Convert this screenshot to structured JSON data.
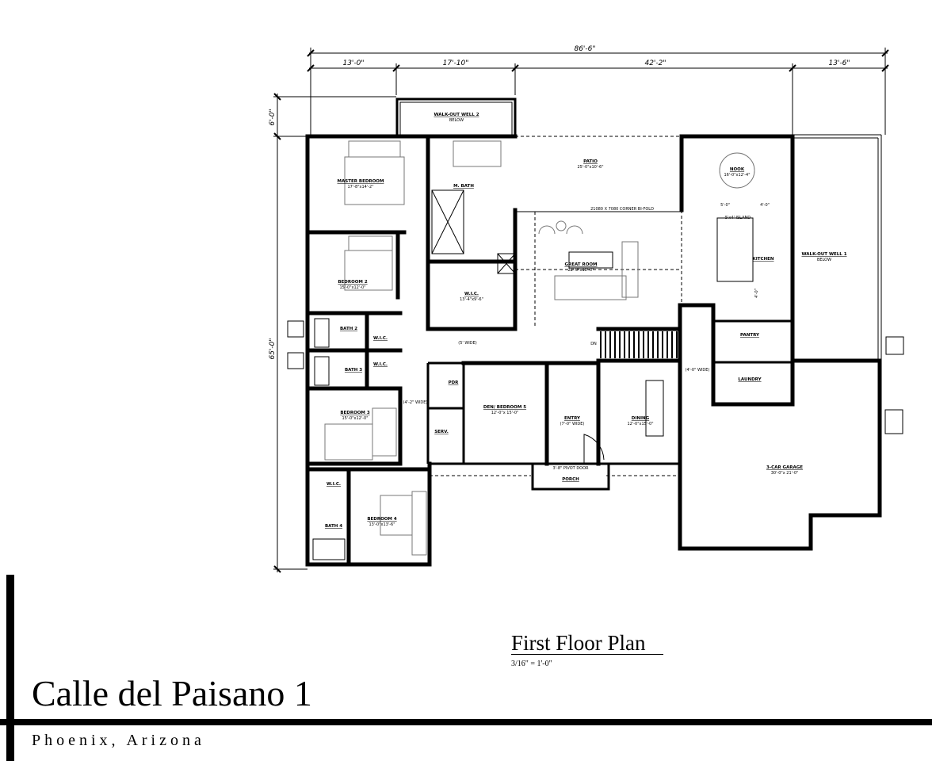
{
  "dimensions": {
    "overall_width": "86'-6\"",
    "segments": [
      "13'-0\"",
      "17'-10\"",
      "42'-2\"",
      "13'-6\""
    ],
    "left_top": "6'-0\"",
    "overall_depth": "65'-0\""
  },
  "rooms": [
    {
      "name": "WALK-OUT WELL 2",
      "size": "BELOW"
    },
    {
      "name": "MASTER BEDROOM",
      "size": "17'-8\"x14'-2\""
    },
    {
      "name": "M. BATH",
      "size": ""
    },
    {
      "name": "PATIO",
      "size": "25'-0\"x10'-6\""
    },
    {
      "name": "NOOK",
      "size": "16'-0\"x12'-4\""
    },
    {
      "name": "KITCHEN",
      "size": ""
    },
    {
      "name": "WALK-OUT WELL 1",
      "size": "BELOW"
    },
    {
      "name": "GREAT ROOM",
      "size": "22'-0\"x18'-0\""
    },
    {
      "name": "BEDROOM 2",
      "size": "15'-0\"x12'-0\""
    },
    {
      "name": "W.I.C.",
      "size": "13'-4\"x9'-6\""
    },
    {
      "name": "BATH 2",
      "size": ""
    },
    {
      "name": "W.I.C.",
      "size": ""
    },
    {
      "name": "BATH 3",
      "size": ""
    },
    {
      "name": "W.I.C.",
      "size": ""
    },
    {
      "name": "PANTRY",
      "size": ""
    },
    {
      "name": "LAUNDRY",
      "size": ""
    },
    {
      "name": "PDR",
      "size": ""
    },
    {
      "name": "BEDROOM 3",
      "size": "15'-0\"x12'-0\""
    },
    {
      "name": "DEN/ BEDROOM 5",
      "size": "12'-0\"x 15'-0\""
    },
    {
      "name": "ENTRY",
      "size": "(7'-0\" WIDE)"
    },
    {
      "name": "DINING",
      "size": "12'-0\"x15'-0\""
    },
    {
      "name": "SERV.",
      "size": ""
    },
    {
      "name": "3-CAR GARAGE",
      "size": "30'-0\"x 21'-0\""
    },
    {
      "name": "PORCH",
      "size": ""
    },
    {
      "name": "W.I.C.",
      "size": ""
    },
    {
      "name": "BATH 4",
      "size": ""
    },
    {
      "name": "BEDROOM 4",
      "size": "13'-0\"x13'-6\""
    }
  ],
  "notes": {
    "bifold": "21080 X 7080 CORNER BI-FOLD",
    "island": "5'x4' ISLAND",
    "island_dim_left": "5'-0\"",
    "island_dim_right": "4'-0\"",
    "kitchen_dim": "4'-0\"",
    "hall_wide": "(5' WIDE)",
    "hall_42_wide": "(4'-2\" WIDE)",
    "hall_4_wide": "(4'-0\" WIDE)",
    "stair_dn": "DN",
    "pivot_door": "3'-8\" PIVOT DOOR"
  },
  "title_block": {
    "project": "Calle del Paisano 1",
    "location": "Phoenix, Arizona",
    "sheet_title": "First Floor Plan",
    "scale": "3/16\" = 1'-0\""
  }
}
